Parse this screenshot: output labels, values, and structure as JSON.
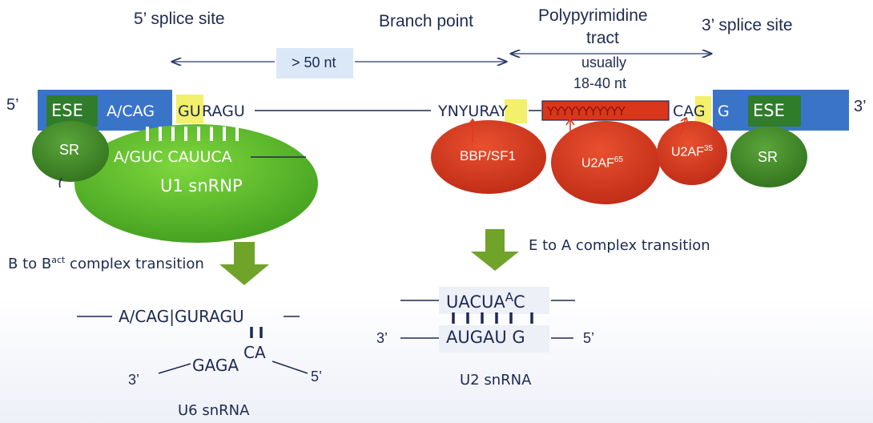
{
  "headings": {
    "five_splice": "5’ splice site",
    "branch_point": "Branch point",
    "polypyrimidine": "Polypyrimidine",
    "tract": "tract",
    "three_splice": "3’ splice site",
    "distance": "> 50 nt",
    "usually": "usually",
    "length_range": "18-40  nt"
  },
  "left_strand": {
    "five_prime": "5’",
    "ese": "ESE",
    "exon_seq": "A/CAG",
    "gu": "GU",
    "ragu": "RAGU",
    "sr": "SR",
    "u1_seq": "A/GUC CAUUCA",
    "u1_name": "U1 snRNP"
  },
  "right_strand": {
    "branch_seq_a": "YNYUR",
    "branch_seq_b": "AY",
    "ppt": "YYYYYYYYYYY",
    "cag": "CAG",
    "g": "G",
    "ese": "ESE",
    "three_prime": "3’",
    "bbp": "BBP/SF1",
    "u2af65_base": "U2AF",
    "u2af65_sup": "65",
    "u2af35_base": "U2AF",
    "u2af35_sup": "35",
    "sr": "SR"
  },
  "transitions": {
    "b_to_bact_a": "B to B",
    "b_to_bact_sup": "act",
    "b_to_bact_b": " complex transition",
    "e_to_a": "E to A complex transition"
  },
  "u6": {
    "top_seq": "A/CAG|GURAGU",
    "bottom_seq": "GAGA",
    "ca": "CA",
    "three": "3’",
    "five": "5’",
    "name": "U6 snRNA"
  },
  "u2": {
    "top_seq": "UACUA",
    "top_sup": "A",
    "top_c": "C",
    "bottom_seq": "AUGAU G",
    "three": "3’",
    "five": "5’",
    "name": "U2 snRNA"
  },
  "colors": {
    "exon_blue": "#3a74c8",
    "ese_green": "#2f7d2a",
    "u1_green": "#5cc02c",
    "sr_green": "#3f8a2a",
    "protein_red": "#d9361c",
    "highlight_yellow": "#f3f06b",
    "text_navy": "#1e2a52",
    "arrow_green": "#6fa32a",
    "distance_box": "#dbe8f7"
  }
}
